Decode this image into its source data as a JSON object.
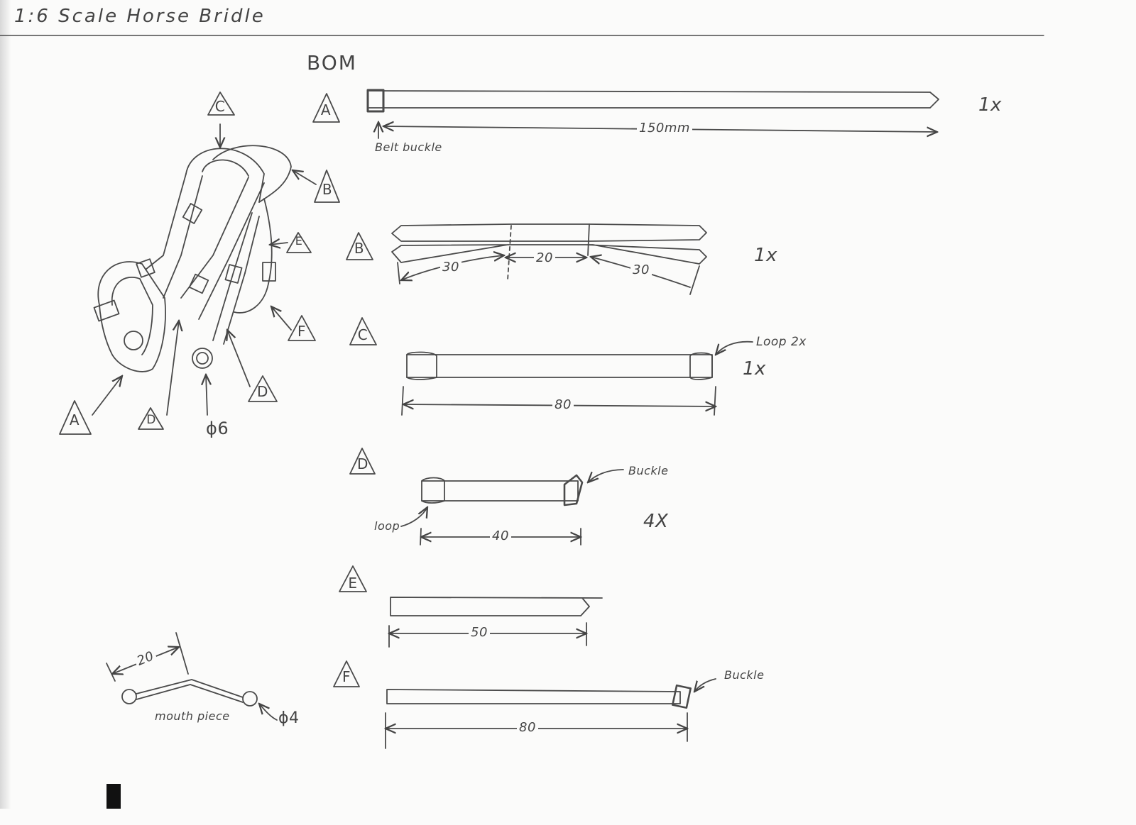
{
  "title": "1:6 Scale Horse Bridle",
  "bom_heading": "BOM",
  "assembly": {
    "labels": [
      "A",
      "B",
      "C",
      "D",
      "D",
      "E",
      "F"
    ],
    "ring_diameter": "ϕ6"
  },
  "mouthpiece": {
    "label": "mouth piece",
    "dimension": "20",
    "ring_diameter": "ϕ4"
  },
  "parts": [
    {
      "id": "A",
      "dimension": "150mm",
      "quantity": "1x",
      "note": "Belt buckle"
    },
    {
      "id": "B",
      "dimensions": [
        "30",
        "20",
        "30"
      ],
      "quantity": "1x"
    },
    {
      "id": "C",
      "dimension": "80",
      "quantity": "1x",
      "note": "Loop 2x"
    },
    {
      "id": "D",
      "dimension": "40",
      "quantity": "4X",
      "notes": [
        "Buckle",
        "loop"
      ]
    },
    {
      "id": "E",
      "dimension": "50"
    },
    {
      "id": "F",
      "dimension": "80",
      "note": "Buckle"
    }
  ]
}
